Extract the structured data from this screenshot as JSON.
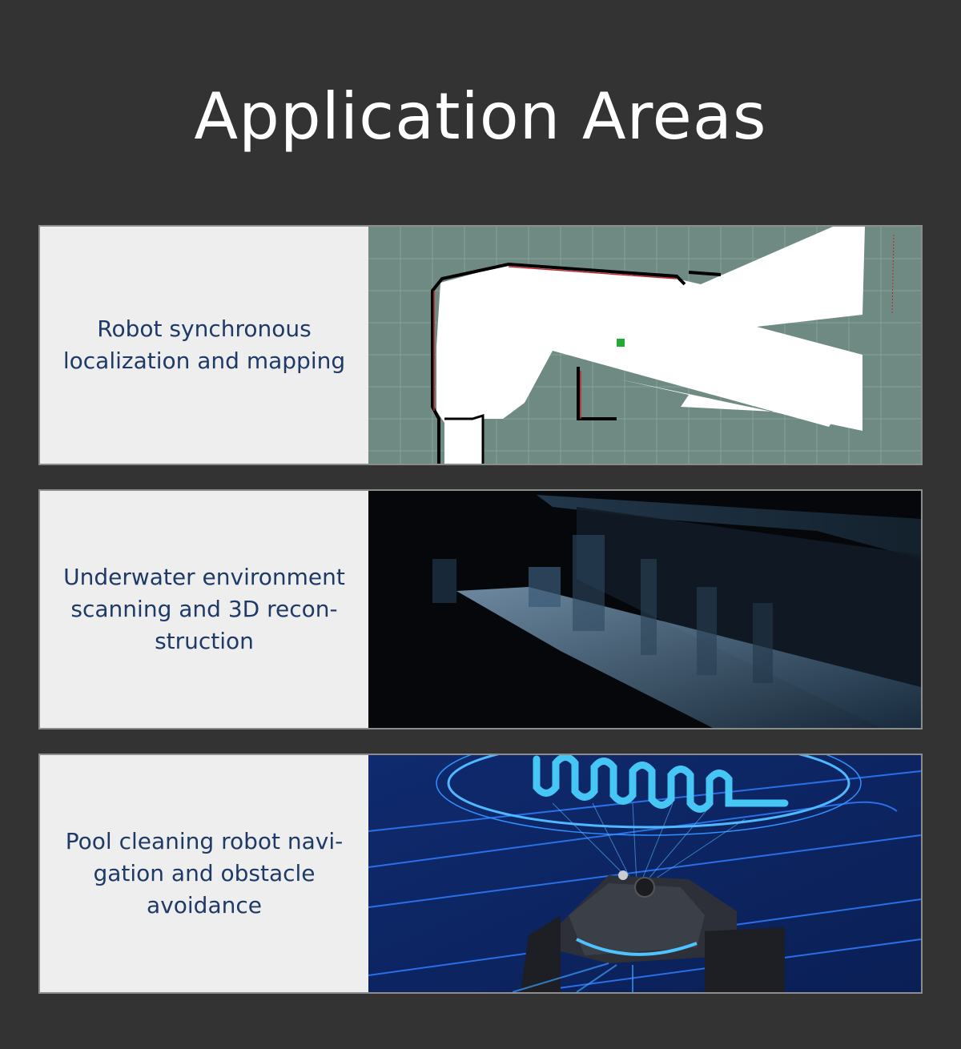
{
  "page": {
    "title": "Application Areas",
    "background_color": "#333333",
    "text_color": "#1f3a66"
  },
  "cards": [
    {
      "text_lines": [
        "Robot synchronous",
        "localization and mapping"
      ],
      "image": "slam-occupancy-grid-map"
    },
    {
      "text_lines": [
        "Underwater environment",
        "scanning and 3D recon-",
        "struction"
      ],
      "image": "3d-point-cloud-scan"
    },
    {
      "text_lines": [
        "Pool cleaning robot navi-",
        "gation and obstacle",
        "avoidance"
      ],
      "image": "pool-cleaning-robot-path"
    }
  ]
}
